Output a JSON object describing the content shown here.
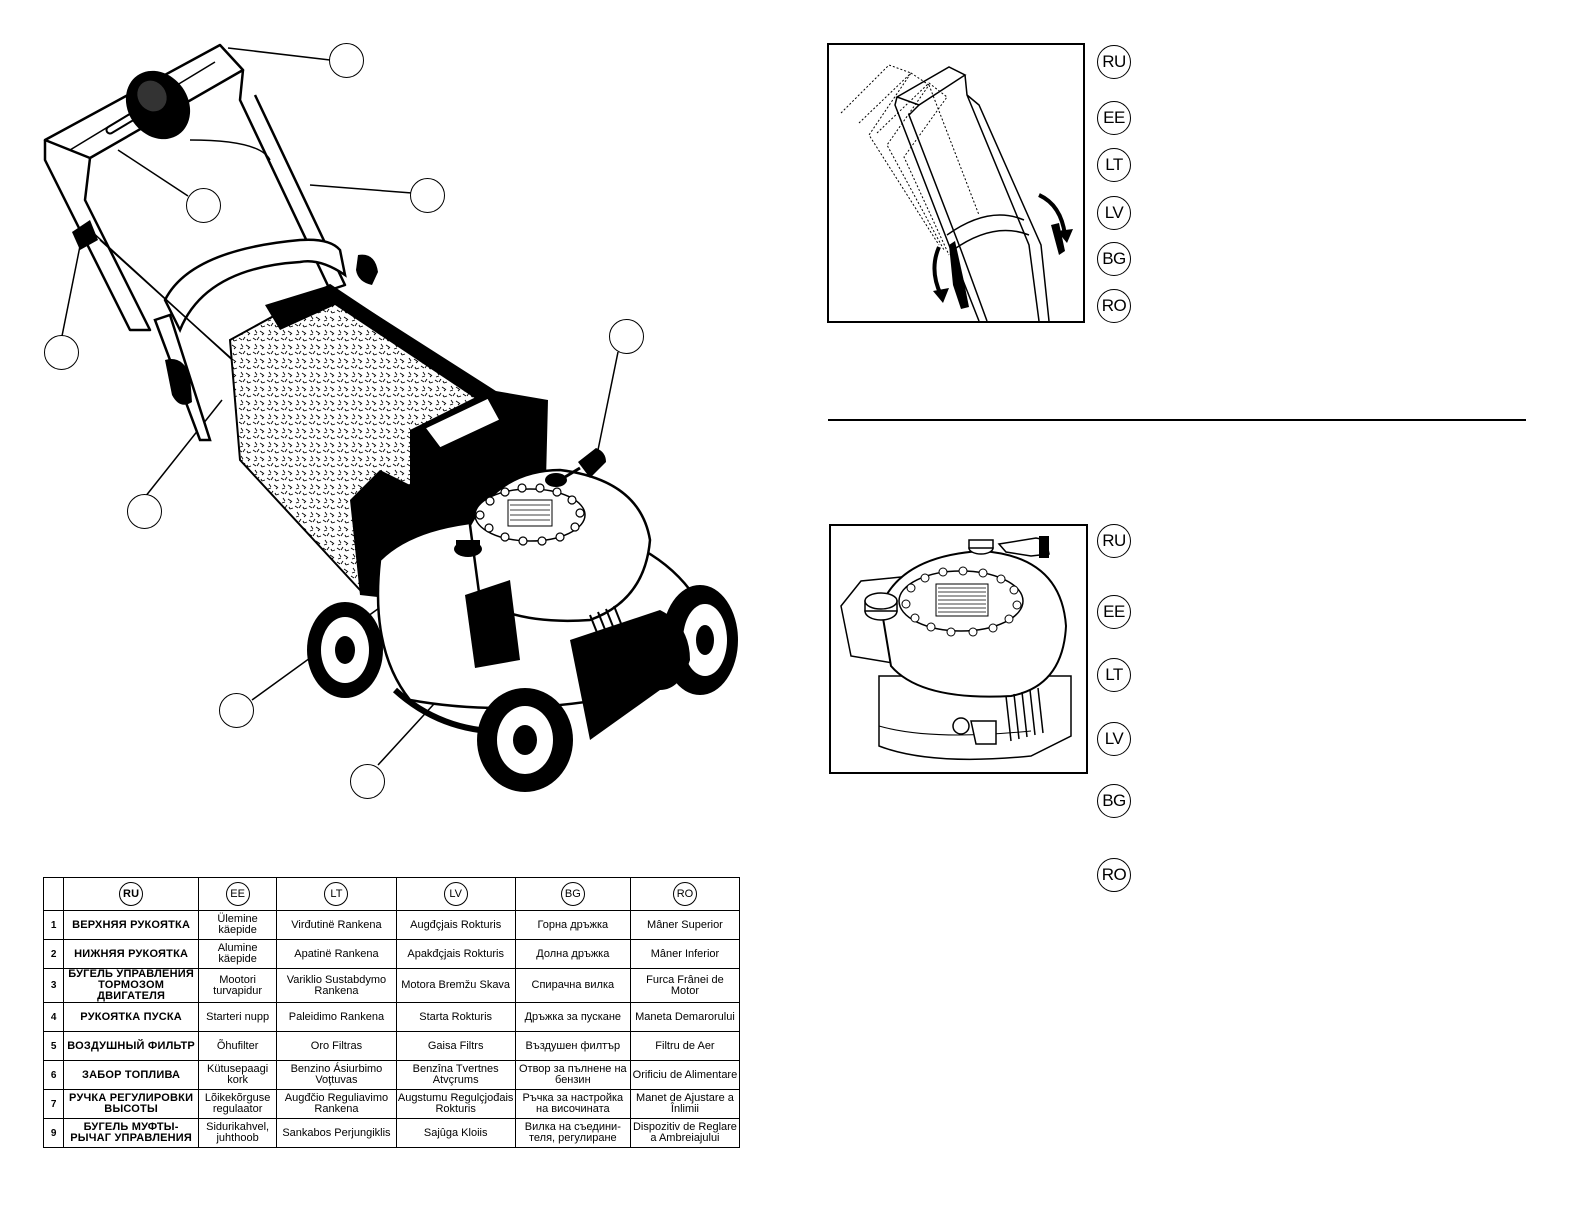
{
  "table": {
    "headers": [
      "RU",
      "EE",
      "LT",
      "LV",
      "BG",
      "RO"
    ],
    "rows": [
      {
        "num": "1",
        "ru": "ВЕРХНЯЯ РУКОЯТКА",
        "ee": "Ülemine käepide",
        "lt": "Virđutinë Rankena",
        "lv": "Augđçjais Rokturis",
        "bg": "Горна дръжка",
        "ro": "Mâner Superior"
      },
      {
        "num": "2",
        "ru": "НИЖНЯЯ РУКОЯТКА",
        "ee": "Alumine käepide",
        "lt": "Apatinë Rankena",
        "lv": "Apakđçjais Rokturis",
        "bg": "Долна дръжка",
        "ro": "Mâner Inferior"
      },
      {
        "num": "3",
        "ru": "БУГЕЛЬ УПРАВЛЕНИЯ ТОРМОЗОМ ДВИГАТЕЛЯ",
        "ee": "Mootori turvapidur",
        "lt": "Variklio Sustabdymo Rankena",
        "lv": "Motora Bremžu Skava",
        "bg": "Спирачна вилка",
        "ro": "Furca Frânei de Motor"
      },
      {
        "num": "4",
        "ru": "РУКОЯТКА ПУСКА",
        "ee": "Starteri nupp",
        "lt": "Paleidimo Rankena",
        "lv": "Starta Rokturis",
        "bg": "Дръжка за пускане",
        "ro": "Maneta Demarorului"
      },
      {
        "num": "5",
        "ru": "ВОЗДУШНЫЙ ФИЛЬТР",
        "ee": "Õhufilter",
        "lt": "Oro Filtras",
        "lv": "Gaisa Filtrs",
        "bg": "Въздушен филтър",
        "ro": "Filtru de Aer"
      },
      {
        "num": "6",
        "ru": "ЗАБОР ТОПЛИВА",
        "ee": "Kütusepaagi kork",
        "lt": "Benzino Ásiurbimo Voţtuvas",
        "lv": "Benzîna Tvertnes Atvçrums",
        "bg": "Отвор за пълнене на бензин",
        "ro": "Orificiu de Alimentare"
      },
      {
        "num": "7",
        "ru": "РУЧКА РЕГУЛИРОВКИ ВЫСОТЫ",
        "ee": "Lõikekõrguse regulaator",
        "lt": "Augđčio Reguliavimo Rankena",
        "lv": "Augstumu Regulçjođais Rokturis",
        "bg": "Ръчка за настройка на височината",
        "ro": "Manet de Ajustare a Înlimii"
      },
      {
        "num": "9",
        "ru": "БУГЕЛЬ МУФТЫ- РЫЧАГ УПРАВЛЕНИЯ",
        "ee": "Sidurikahvel, juhthoob",
        "lt": "Sankabos Perjungiklis",
        "lv": "Sajûga Kloiis",
        "bg": "Вилка на съедини- теля, регулиране",
        "ro": "Dispozitiv de Reglare a Ambreiajului"
      }
    ]
  },
  "panel_top_labels": [
    "RU",
    "EE",
    "LT",
    "LV",
    "BG",
    "RO"
  ],
  "panel_bottom_labels": [
    "RU",
    "EE",
    "LT",
    "LV",
    "BG",
    "RO"
  ]
}
